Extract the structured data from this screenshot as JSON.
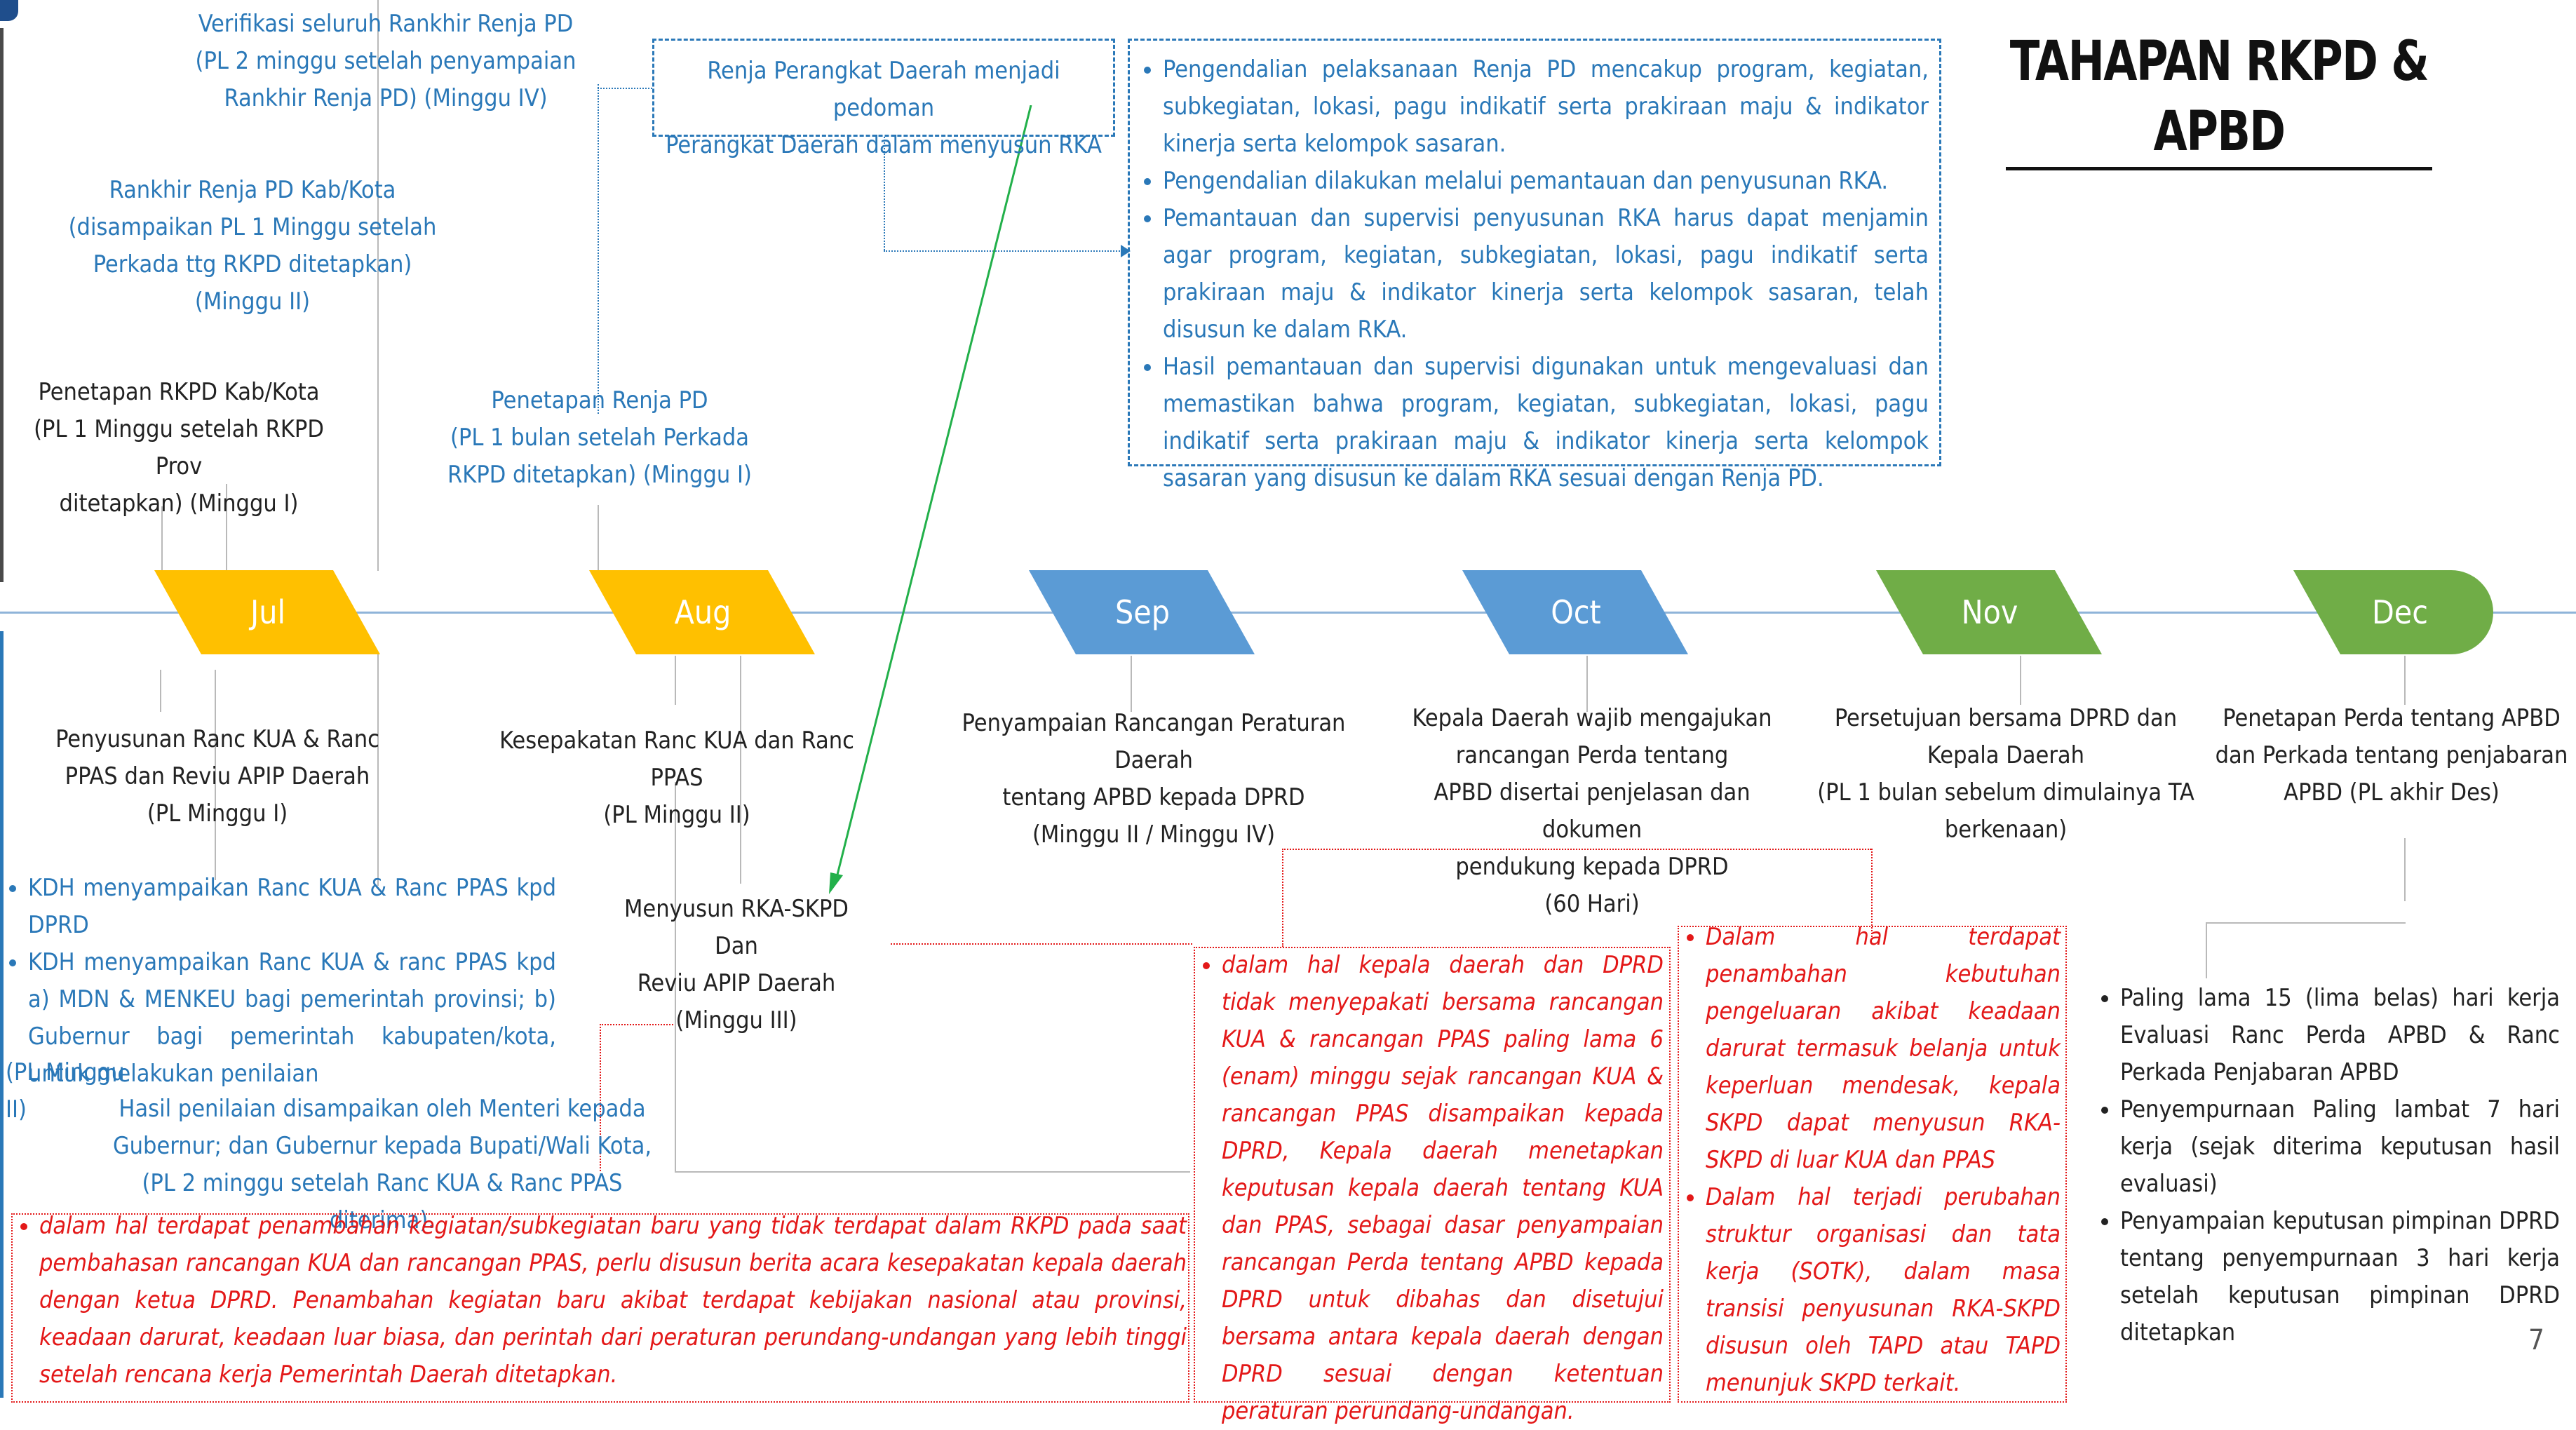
{
  "title": "TAHAPAN RKPD & APBD",
  "page_number": "7",
  "colors": {
    "jul": "#ffc000",
    "aug": "#ffc000",
    "sep": "#5b9bd5",
    "oct": "#5b9bd5",
    "nov": "#70ad47",
    "dec": "#70ad47",
    "blue_text": "#2a78b8",
    "red_text": "#e31818"
  },
  "months": [
    "Jul",
    "Aug",
    "Sep",
    "Oct",
    "Nov",
    "Dec"
  ],
  "top": {
    "verifikasi": [
      "Verifikasi seluruh Rankhir Renja PD",
      "(PL 2 minggu setelah penyampaian",
      "Rankhir Renja PD) (Minggu IV)"
    ],
    "rankhir": [
      "Rankhir Renja PD Kab/Kota",
      "(disampaikan PL 1 Minggu setelah",
      "Perkada ttg RKPD ditetapkan)",
      "(Minggu II)"
    ],
    "penetapan_rkpd": [
      "Penetapan RKPD Kab/Kota",
      "(PL 1 Minggu setelah RKPD Prov",
      "ditetapkan) (Minggu I)"
    ],
    "penetapan_renja": [
      "Penetapan Renja PD",
      "(PL 1 bulan setelah Perkada",
      "RKPD ditetapkan) (Minggu I)"
    ],
    "renja_pedoman": [
      "Renja Perangkat Daerah menjadi pedoman",
      "Perangkat Daerah dalam menyusun RKA"
    ],
    "pengendalian": [
      "Pengendalian pelaksanaan Renja PD mencakup program, kegiatan, subkegiatan, lokasi, pagu indikatif serta prakiraan maju & indikator kinerja serta kelompok sasaran.",
      "Pengendalian dilakukan melalui pemantauan dan penyusunan RKA.",
      "Pemantauan dan supervisi penyusunan RKA harus dapat menjamin agar program, kegiatan, subkegiatan, lokasi, pagu indikatif serta prakiraan maju & indikator kinerja serta kelompok sasaran, telah disusun ke dalam RKA.",
      "Hasil pemantauan dan supervisi digunakan untuk mengevaluasi dan memastikan bahwa program, kegiatan, subkegiatan, lokasi, pagu indikatif serta prakiraan maju & indikator kinerja serta kelompok sasaran yang disusun ke dalam RKA sesuai dengan Renja PD."
    ]
  },
  "bottom": {
    "penyusunan_kua": [
      "Penyusunan Ranc KUA & Ranc",
      "PPAS dan Reviu APIP Daerah",
      "(PL Minggu I)"
    ],
    "kdh_list": [
      "KDH menyampaikan Ranc KUA & Ranc PPAS kpd DPRD",
      "KDH menyampaikan Ranc KUA & ranc PPAS kpd a) MDN & MENKEU bagi pemerintah provinsi; b) Gubernur bagi pemerintah kabupaten/kota, untuk melakukan penilaian"
    ],
    "pl_minggu_ii": "(PL Minggu II)",
    "hasil_penilaian": [
      "Hasil penilaian disampaikan oleh Menteri kepada",
      "Gubernur; dan Gubernur kepada Bupati/Wali Kota,",
      "(PL 2 minggu setelah Ranc KUA & Ranc PPAS diterima)."
    ],
    "kesepakatan": [
      "Kesepakatan Ranc KUA dan Ranc PPAS",
      "(PL Minggu II)"
    ],
    "menyusun_rka": [
      "Menyusun RKA-SKPD Dan",
      "Reviu APIP Daerah",
      "(Minggu III)"
    ],
    "penyampaian_raperda": [
      "Penyampaian Rancangan Peraturan Daerah",
      "tentang APBD kepada DPRD",
      "(Minggu II / Minggu IV)"
    ],
    "kepala_daerah": [
      "Kepala Daerah wajib mengajukan",
      "rancangan Perda tentang",
      "APBD disertai penjelasan dan dokumen",
      "pendukung kepada DPRD",
      "(60 Hari)"
    ],
    "persetujuan": [
      "Persetujuan bersama DPRD dan",
      "Kepala Daerah",
      "(PL 1 bulan sebelum dimulainya TA",
      "berkenaan)"
    ],
    "penetapan_perda": [
      "Penetapan Perda tentang APBD",
      "dan Perkada tentang penjabaran",
      "APBD (PL akhir Des)"
    ],
    "dec_list": [
      "Paling lama 15 (lima belas) hari kerja Evaluasi Ranc Perda APBD & Ranc Perkada Penjabaran APBD",
      "Penyempurnaan Paling lambat 7 hari kerja (sejak diterima keputusan hasil evaluasi)",
      "Penyampaian keputusan pimpinan DPRD tentang penyempurnaan 3 hari kerja setelah keputusan pimpinan DPRD ditetapkan"
    ],
    "red_bottom": "dalam hal terdapat penambahan kegiatan/subkegiatan baru yang tidak terdapat dalam RKPD pada saat pembahasan rancangan KUA dan rancangan PPAS, perlu disusun berita acara kesepakatan kepala daerah dengan ketua DPRD. Penambahan kegiatan baru akibat terdapat kebijakan nasional atau provinsi, keadaan darurat, keadaan luar biasa, dan perintah dari peraturan perundang-undangan yang lebih tinggi setelah rencana kerja Pemerintah Daerah ditetapkan.",
    "red_middle": "dalam hal kepala daerah dan DPRD tidak menyepakati bersama rancangan KUA & rancangan PPAS paling lama 6 (enam) minggu sejak rancangan KUA & rancangan PPAS disampaikan kepada DPRD, Kepala daerah menetapkan keputusan kepala daerah tentang KUA dan PPAS, sebagai dasar penyampaian rancangan Perda tentang APBD kepada DPRD untuk dibahas dan disetujui bersama antara kepala daerah dengan DPRD sesuai dengan ketentuan peraturan perundang-undangan.",
    "red_right": [
      "Dalam hal terdapat penambahan kebutuhan pengeluaran akibat keadaan darurat termasuk belanja untuk keperluan mendesak, kepala SKPD dapat menyusun RKA-SKPD di luar KUA dan PPAS",
      "Dalam hal terjadi perubahan struktur organisasi dan tata kerja (SOTK), dalam masa transisi penyusunan RKA-SKPD disusun oleh TAPD atau TAPD menunjuk SKPD terkait."
    ]
  }
}
